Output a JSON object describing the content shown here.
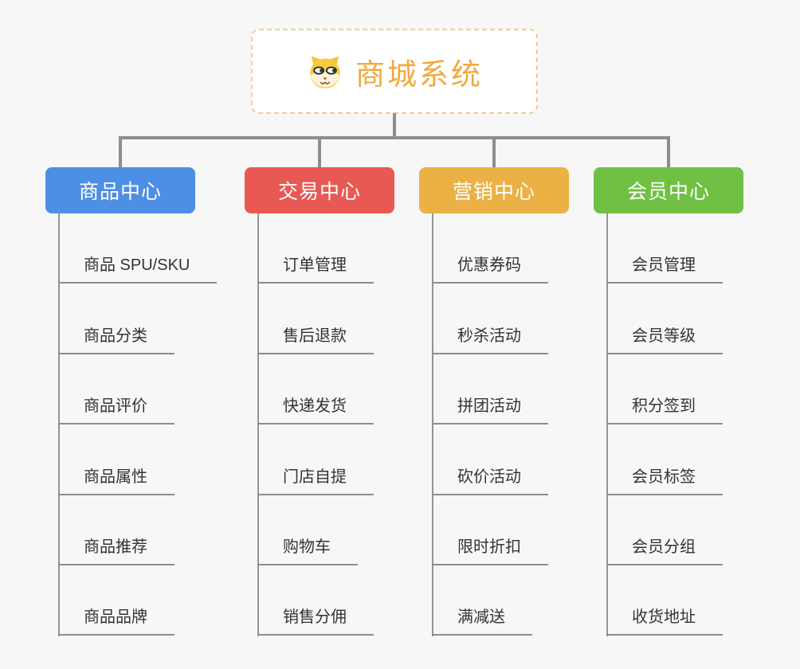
{
  "canvas": {
    "background": "#f7f7f7",
    "connector_color": "#8e8e8e"
  },
  "root": {
    "icon": "dog-face-icon",
    "label": "商城系统",
    "text_color": "#f0a93c",
    "border_color": "#f3cd8e"
  },
  "branches": [
    {
      "label": "商品中心",
      "color": "#4d8fe4",
      "items": [
        "商品 SPU/SKU",
        "商品分类",
        "商品评价",
        "商品属性",
        "商品推荐",
        "商品品牌"
      ]
    },
    {
      "label": "交易中心",
      "color": "#e85954",
      "items": [
        "订单管理",
        "售后退款",
        "快递发货",
        "门店自提",
        "购物车",
        "销售分佣"
      ]
    },
    {
      "label": "营销中心",
      "color": "#ebb144",
      "items": [
        "优惠券码",
        "秒杀活动",
        "拼团活动",
        "砍价活动",
        "限时折扣",
        "满减送"
      ]
    },
    {
      "label": "会员中心",
      "color": "#70c143",
      "items": [
        "会员管理",
        "会员等级",
        "积分签到",
        "会员标签",
        "会员分组",
        "收货地址"
      ]
    }
  ]
}
